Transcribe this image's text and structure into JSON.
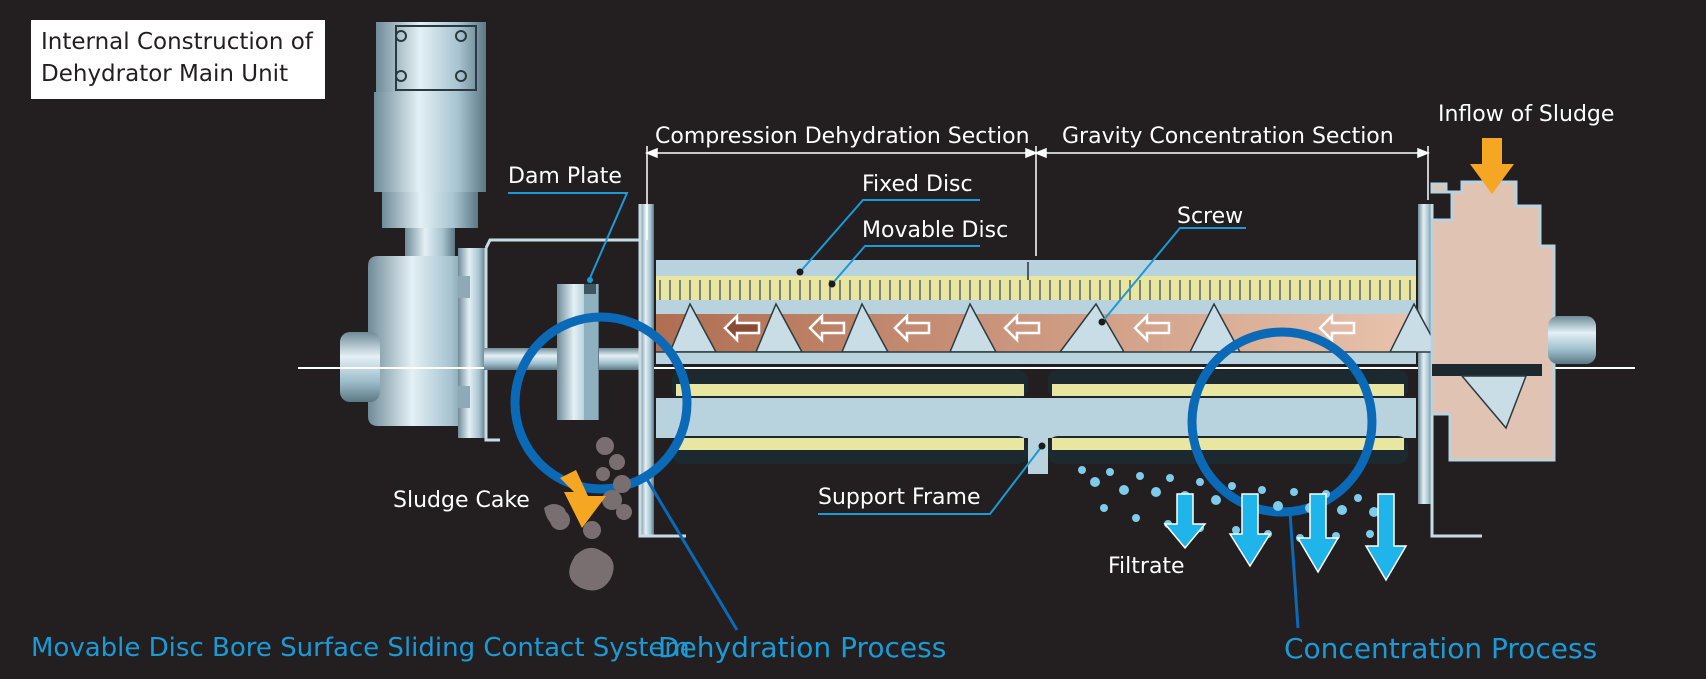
{
  "title": {
    "line1": "Internal Construction of",
    "line2": "Dehydrator Main Unit"
  },
  "labels": {
    "dam_plate": "Dam Plate",
    "compression_section": "Compression Dehydration Section",
    "gravity_section": "Gravity Concentration Section",
    "inflow": "Inflow of Sludge",
    "fixed_disc": "Fixed Disc",
    "movable_disc": "Movable Disc",
    "screw": "Screw",
    "sludge_cake": "Sludge Cake",
    "support_frame": "Support Frame",
    "filtrate": "Filtrate"
  },
  "captions": {
    "system": "Movable Disc Bore Surface Sliding Contact System",
    "dehydration": "Dehydration Process",
    "concentration": "Concentration Process"
  },
  "colors": {
    "background": "#231f20",
    "accent_blue": "#1a9ad6",
    "circle_blue": "#0a6ab8",
    "arrow_orange": "#f5a623",
    "filtrate_blue": "#1fb5ea",
    "sludge_tan": "#d9a585",
    "disc_yellow": "#e8e6a0",
    "metal": "#b9d3de"
  }
}
